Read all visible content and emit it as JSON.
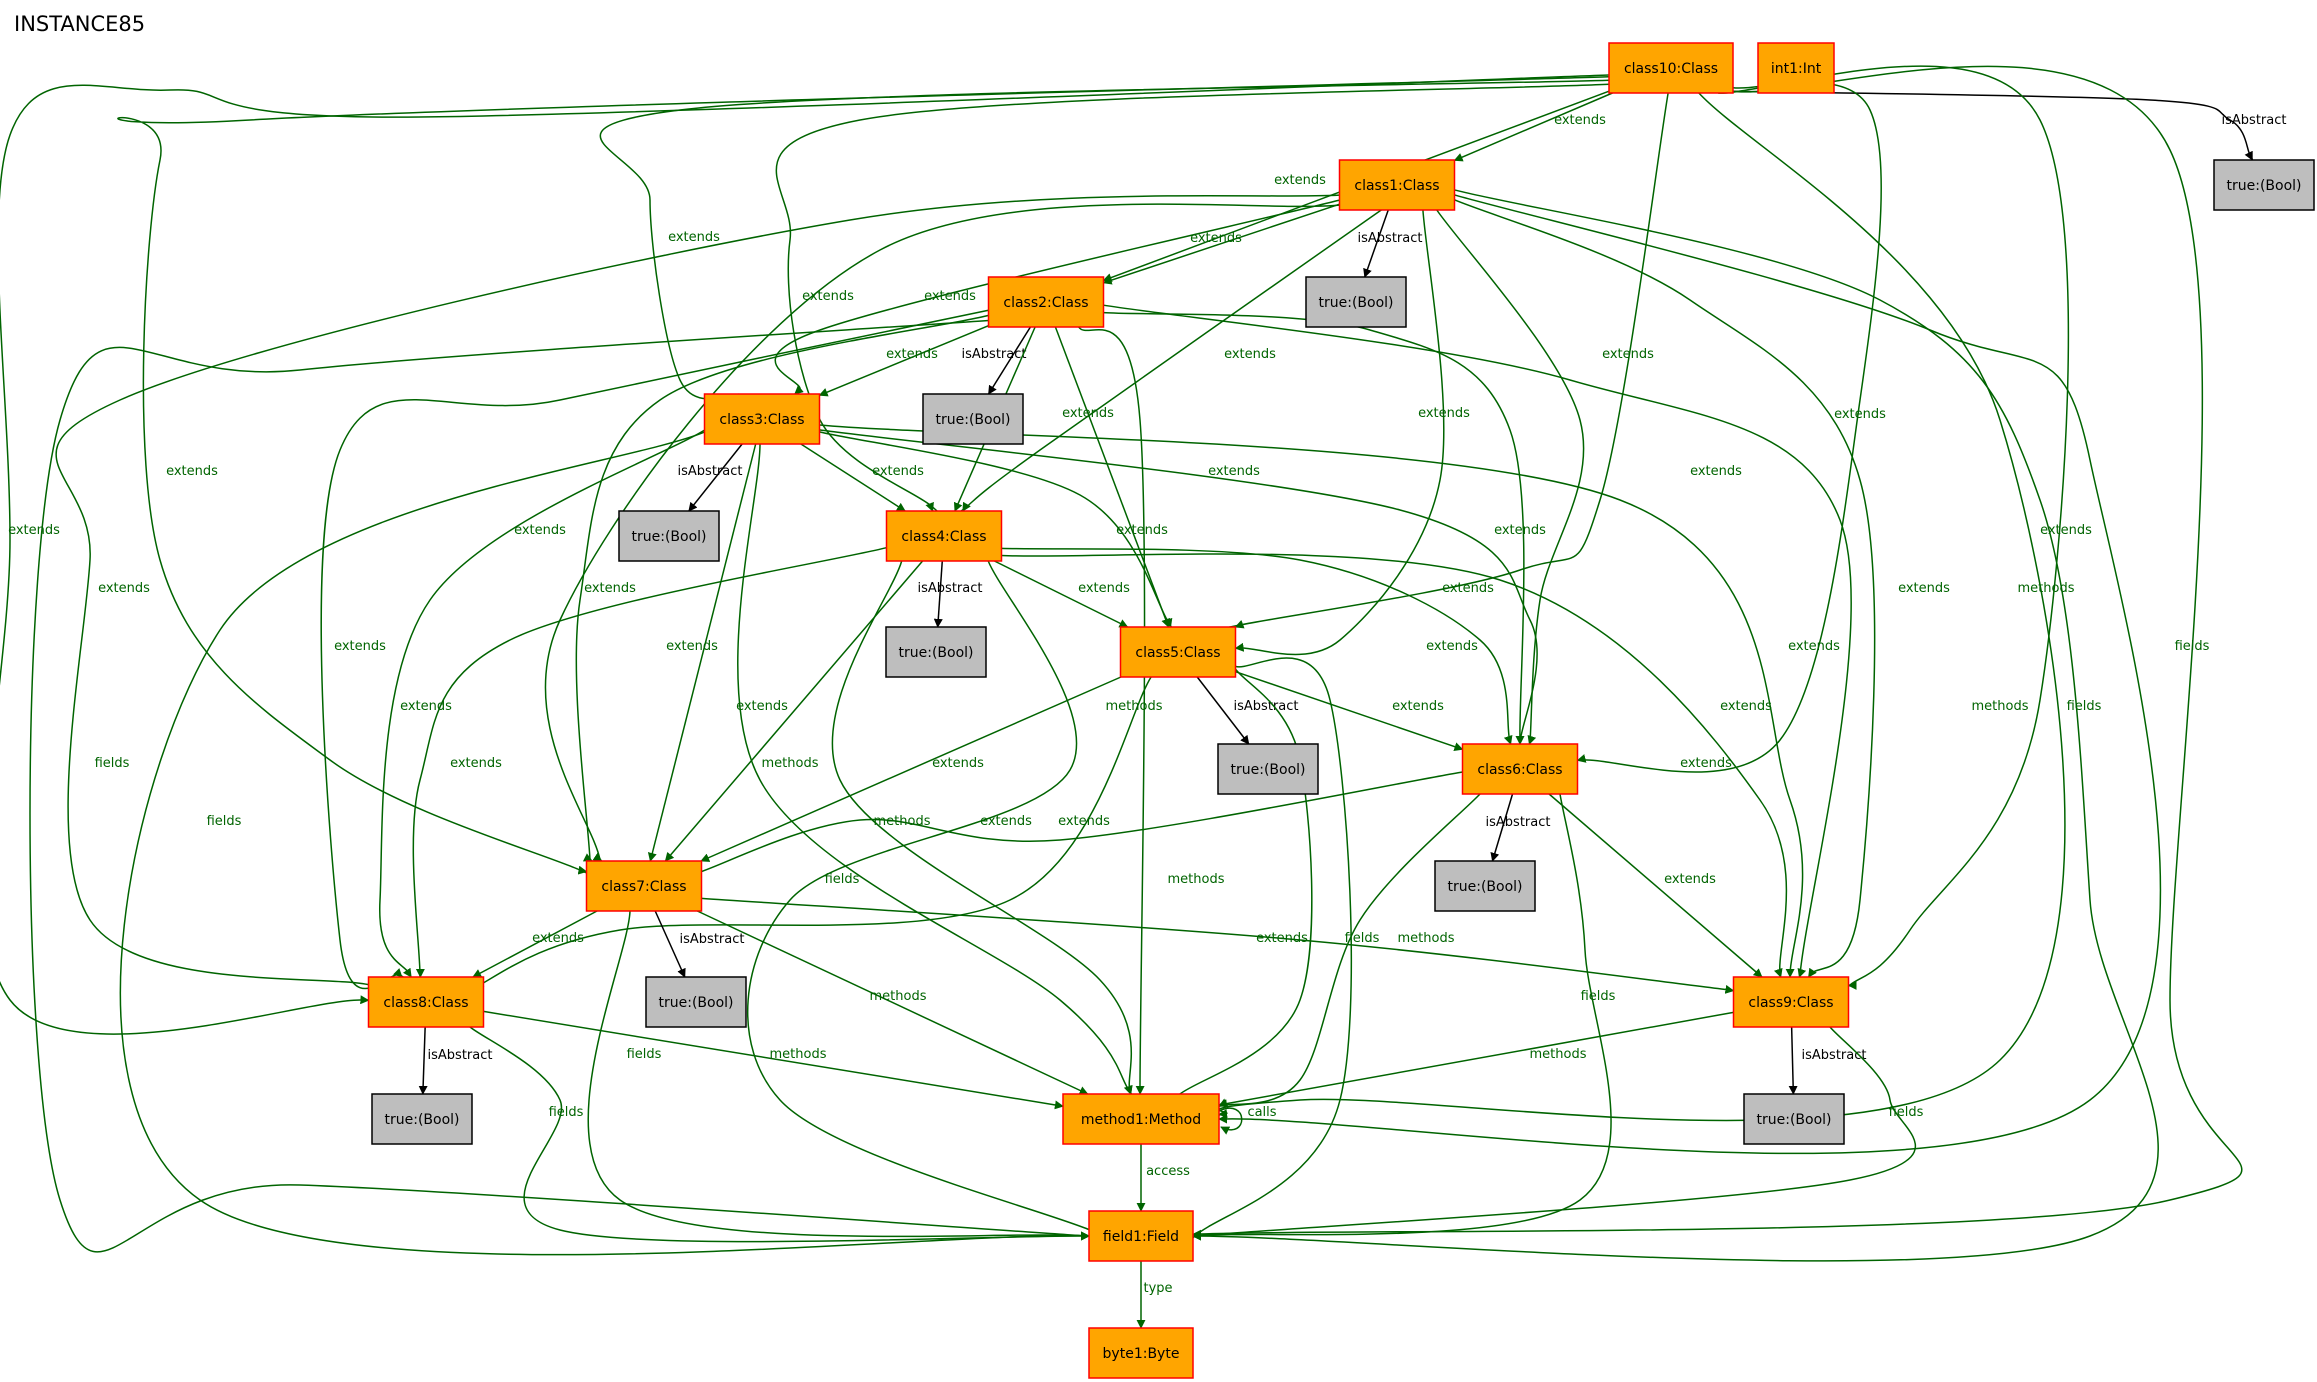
{
  "title": "INSTANCE85",
  "colors": {
    "object_fill": "#ffa500",
    "object_stroke": "#ff0000",
    "value_fill": "#bebebe",
    "value_stroke": "#000000",
    "edge_reference": "#006400",
    "edge_attribute": "#000000"
  },
  "nodes": [
    {
      "id": "class10",
      "label": "class10:Class",
      "kind": "object"
    },
    {
      "id": "int1",
      "label": "int1:Int",
      "kind": "object"
    },
    {
      "id": "true_c10",
      "label": "true:(Bool)",
      "kind": "value"
    },
    {
      "id": "class1",
      "label": "class1:Class",
      "kind": "object"
    },
    {
      "id": "true_c1",
      "label": "true:(Bool)",
      "kind": "value"
    },
    {
      "id": "class2",
      "label": "class2:Class",
      "kind": "object"
    },
    {
      "id": "true_c2",
      "label": "true:(Bool)",
      "kind": "value"
    },
    {
      "id": "class3",
      "label": "class3:Class",
      "kind": "object"
    },
    {
      "id": "true_c3",
      "label": "true:(Bool)",
      "kind": "value"
    },
    {
      "id": "class4",
      "label": "class4:Class",
      "kind": "object"
    },
    {
      "id": "true_c4",
      "label": "true:(Bool)",
      "kind": "value"
    },
    {
      "id": "class5",
      "label": "class5:Class",
      "kind": "object"
    },
    {
      "id": "true_c5",
      "label": "true:(Bool)",
      "kind": "value"
    },
    {
      "id": "class6",
      "label": "class6:Class",
      "kind": "object"
    },
    {
      "id": "true_c6",
      "label": "true:(Bool)",
      "kind": "value"
    },
    {
      "id": "class7",
      "label": "class7:Class",
      "kind": "object"
    },
    {
      "id": "true_c7",
      "label": "true:(Bool)",
      "kind": "value"
    },
    {
      "id": "class8",
      "label": "class8:Class",
      "kind": "object"
    },
    {
      "id": "true_c8",
      "label": "true:(Bool)",
      "kind": "value"
    },
    {
      "id": "class9",
      "label": "class9:Class",
      "kind": "object"
    },
    {
      "id": "true_c9",
      "label": "true:(Bool)",
      "kind": "value"
    },
    {
      "id": "method1",
      "label": "method1:Method",
      "kind": "object"
    },
    {
      "id": "field1",
      "label": "field1:Field",
      "kind": "object"
    },
    {
      "id": "byte1",
      "label": "byte1:Byte",
      "kind": "object"
    }
  ],
  "edges": [
    {
      "from": "class10",
      "to": "true_c10",
      "label": "isAbstract",
      "kind": "attribute"
    },
    {
      "from": "class10",
      "to": "class1",
      "label": "extends",
      "kind": "reference"
    },
    {
      "from": "class10",
      "to": "class2",
      "label": "extends",
      "kind": "reference"
    },
    {
      "from": "class10",
      "to": "class3",
      "label": "extends",
      "kind": "reference"
    },
    {
      "from": "class10",
      "to": "class4",
      "label": "extends",
      "kind": "reference"
    },
    {
      "from": "class10",
      "to": "class5",
      "label": "extends",
      "kind": "reference"
    },
    {
      "from": "class10",
      "to": "class6",
      "label": "extends",
      "kind": "reference"
    },
    {
      "from": "class10",
      "to": "class7",
      "label": "extends",
      "kind": "reference"
    },
    {
      "from": "class10",
      "to": "class8",
      "label": "extends",
      "kind": "reference"
    },
    {
      "from": "class10",
      "to": "class9",
      "label": "extends",
      "kind": "reference"
    },
    {
      "from": "class10",
      "to": "method1",
      "label": "methods",
      "kind": "reference"
    },
    {
      "from": "class10",
      "to": "field1",
      "label": "fields",
      "kind": "reference"
    },
    {
      "from": "class1",
      "to": "true_c1",
      "label": "isAbstract",
      "kind": "attribute"
    },
    {
      "from": "class1",
      "to": "class2",
      "label": "extends",
      "kind": "reference"
    },
    {
      "from": "class1",
      "to": "class3",
      "label": "extends",
      "kind": "reference"
    },
    {
      "from": "class1",
      "to": "class4",
      "label": "extends",
      "kind": "reference"
    },
    {
      "from": "class1",
      "to": "class5",
      "label": "extends",
      "kind": "reference"
    },
    {
      "from": "class1",
      "to": "class6",
      "label": "extends",
      "kind": "reference"
    },
    {
      "from": "class1",
      "to": "class7",
      "label": "extends",
      "kind": "reference"
    },
    {
      "from": "class1",
      "to": "class8",
      "label": "extends",
      "kind": "reference"
    },
    {
      "from": "class1",
      "to": "class9",
      "label": "extends",
      "kind": "reference"
    },
    {
      "from": "class1",
      "to": "method1",
      "label": "methods",
      "kind": "reference"
    },
    {
      "from": "class1",
      "to": "field1",
      "label": "fields",
      "kind": "reference"
    },
    {
      "from": "class2",
      "to": "true_c2",
      "label": "isAbstract",
      "kind": "attribute"
    },
    {
      "from": "class2",
      "to": "class3",
      "label": "extends",
      "kind": "reference"
    },
    {
      "from": "class2",
      "to": "class4",
      "label": "extends",
      "kind": "reference"
    },
    {
      "from": "class2",
      "to": "class5",
      "label": "extends",
      "kind": "reference"
    },
    {
      "from": "class2",
      "to": "class6",
      "label": "extends",
      "kind": "reference"
    },
    {
      "from": "class2",
      "to": "class7",
      "label": "extends",
      "kind": "reference"
    },
    {
      "from": "class2",
      "to": "class8",
      "label": "extends",
      "kind": "reference"
    },
    {
      "from": "class2",
      "to": "class9",
      "label": "extends",
      "kind": "reference"
    },
    {
      "from": "class2",
      "to": "method1",
      "label": "methods",
      "kind": "reference"
    },
    {
      "from": "class2",
      "to": "field1",
      "label": "fields",
      "kind": "reference"
    },
    {
      "from": "class3",
      "to": "true_c3",
      "label": "isAbstract",
      "kind": "attribute"
    },
    {
      "from": "class3",
      "to": "class4",
      "label": "extends",
      "kind": "reference"
    },
    {
      "from": "class3",
      "to": "class5",
      "label": "extends",
      "kind": "reference"
    },
    {
      "from": "class3",
      "to": "class6",
      "label": "extends",
      "kind": "reference"
    },
    {
      "from": "class3",
      "to": "class7",
      "label": "extends",
      "kind": "reference"
    },
    {
      "from": "class3",
      "to": "class8",
      "label": "extends",
      "kind": "reference"
    },
    {
      "from": "class3",
      "to": "class9",
      "label": "extends",
      "kind": "reference"
    },
    {
      "from": "class3",
      "to": "method1",
      "label": "methods",
      "kind": "reference"
    },
    {
      "from": "class3",
      "to": "field1",
      "label": "fields",
      "kind": "reference"
    },
    {
      "from": "class4",
      "to": "true_c4",
      "label": "isAbstract",
      "kind": "attribute"
    },
    {
      "from": "class4",
      "to": "class5",
      "label": "extends",
      "kind": "reference"
    },
    {
      "from": "class4",
      "to": "class6",
      "label": "extends",
      "kind": "reference"
    },
    {
      "from": "class4",
      "to": "class7",
      "label": "extends",
      "kind": "reference"
    },
    {
      "from": "class4",
      "to": "class8",
      "label": "extends",
      "kind": "reference"
    },
    {
      "from": "class4",
      "to": "class9",
      "label": "extends",
      "kind": "reference"
    },
    {
      "from": "class4",
      "to": "method1",
      "label": "methods",
      "kind": "reference"
    },
    {
      "from": "class4",
      "to": "field1",
      "label": "fields",
      "kind": "reference"
    },
    {
      "from": "class5",
      "to": "true_c5",
      "label": "isAbstract",
      "kind": "attribute"
    },
    {
      "from": "class5",
      "to": "class6",
      "label": "extends",
      "kind": "reference"
    },
    {
      "from": "class5",
      "to": "class7",
      "label": "extends",
      "kind": "reference"
    },
    {
      "from": "class5",
      "to": "class8",
      "label": "extends",
      "kind": "reference"
    },
    {
      "from": "class5",
      "to": "method1",
      "label": "methods",
      "kind": "reference"
    },
    {
      "from": "class5",
      "to": "field1",
      "label": "fields",
      "kind": "reference"
    },
    {
      "from": "class6",
      "to": "true_c6",
      "label": "isAbstract",
      "kind": "attribute"
    },
    {
      "from": "class6",
      "to": "class7",
      "label": "extends",
      "kind": "reference"
    },
    {
      "from": "class6",
      "to": "class9",
      "label": "extends",
      "kind": "reference"
    },
    {
      "from": "class6",
      "to": "method1",
      "label": "methods",
      "kind": "reference"
    },
    {
      "from": "class6",
      "to": "field1",
      "label": "fields",
      "kind": "reference"
    },
    {
      "from": "class7",
      "to": "true_c7",
      "label": "isAbstract",
      "kind": "attribute"
    },
    {
      "from": "class7",
      "to": "class8",
      "label": "extends",
      "kind": "reference"
    },
    {
      "from": "class7",
      "to": "class9",
      "label": "extends",
      "kind": "reference"
    },
    {
      "from": "class7",
      "to": "method1",
      "label": "methods",
      "kind": "reference"
    },
    {
      "from": "class7",
      "to": "field1",
      "label": "fields",
      "kind": "reference"
    },
    {
      "from": "class8",
      "to": "true_c8",
      "label": "isAbstract",
      "kind": "attribute"
    },
    {
      "from": "class8",
      "to": "method1",
      "label": "methods",
      "kind": "reference"
    },
    {
      "from": "class8",
      "to": "field1",
      "label": "fields",
      "kind": "reference"
    },
    {
      "from": "class9",
      "to": "true_c9",
      "label": "isAbstract",
      "kind": "attribute"
    },
    {
      "from": "class9",
      "to": "method1",
      "label": "methods",
      "kind": "reference"
    },
    {
      "from": "class9",
      "to": "field1",
      "label": "fields",
      "kind": "reference"
    },
    {
      "from": "method1",
      "to": "method1",
      "label": "calls",
      "kind": "reference"
    },
    {
      "from": "method1",
      "to": "field1",
      "label": "access",
      "kind": "reference"
    },
    {
      "from": "field1",
      "to": "byte1",
      "label": "type",
      "kind": "reference"
    }
  ]
}
